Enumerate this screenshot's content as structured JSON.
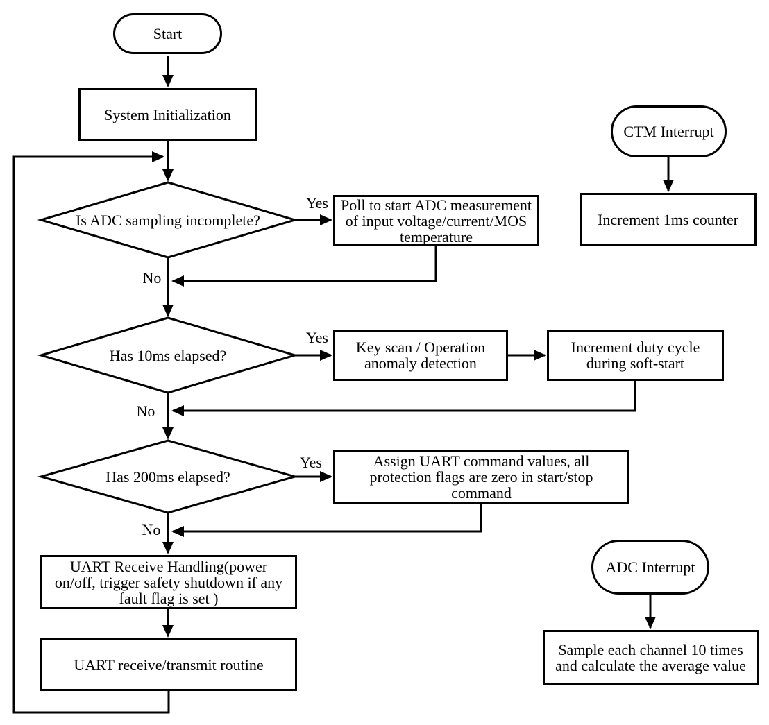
{
  "diagram": {
    "background": "#ffffff",
    "stroke_color": "#000000",
    "nodes": {
      "start": "Start",
      "system_init": "System Initialization",
      "q_adc": "Is ADC sampling incomplete?",
      "poll_adc": "Poll to start ADC measurement\nof input voltage/current/MOS\ntemperature",
      "q_10ms": "Has 10ms elapsed?",
      "key_scan": "Key scan / Operation\nanomaly detection",
      "inc_duty": "Increment duty cycle\nduring soft-start",
      "q_200ms": "Has 200ms elapsed?",
      "assign_uart": "Assign UART command values, all\nprotection flags are zero in start/stop\ncommand",
      "uart_handling": "UART Receive Handling(power\non/off, trigger safety shutdown if any\nfault flag is set )",
      "uart_routine": "UART receive/transmit routine",
      "ctm_interrupt": "CTM Interrupt",
      "inc_1ms_counter": "Increment 1ms counter",
      "adc_interrupt": "ADC Interrupt",
      "sample_average": "Sample each channel 10 times\nand calculate the average value"
    },
    "edge_labels": {
      "adc_yes": "Yes",
      "adc_no": "No",
      "t10ms_yes": "Yes",
      "t10ms_no": "No",
      "t200ms_yes": "Yes",
      "t200ms_no": "No"
    }
  }
}
